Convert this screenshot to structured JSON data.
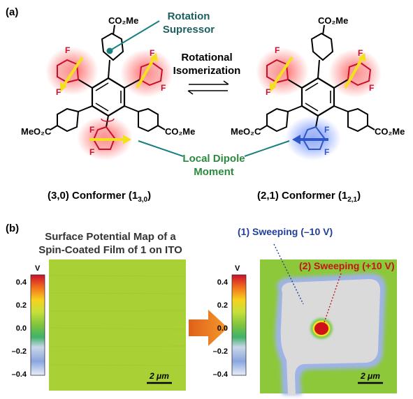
{
  "panel_a": {
    "label": "(a)",
    "rotation_suppressor": [
      "Rotation",
      "Supressor"
    ],
    "isomerization": [
      "Rotational",
      "Isomerization"
    ],
    "local_dipole": [
      "Local Dipole",
      "Moment"
    ],
    "ester": "CO₂Me",
    "ester_left": "MeO₂C",
    "fluorine": "F",
    "conformer_left": {
      "text": "(3,0) Conformer (1",
      "sub": "3,0",
      "close": ")"
    },
    "conformer_right": {
      "text": "(2,1) Conformer (1",
      "sub": "2,1",
      "close": ")"
    }
  },
  "panel_b": {
    "label": "(b)",
    "title_lines": [
      "Surface Potential Map of a",
      "Spin-Coated Film of 1 on ITO"
    ],
    "sweep1": "(1) Sweeping (–10 V)",
    "sweep2": "(2) Sweeping (+10 V)",
    "colorbar_unit": "V",
    "colorbar_ticks": [
      "0.4",
      "0.2",
      "0.0",
      "–0.2",
      "–0.4"
    ],
    "scale_bar": "2 μm"
  },
  "colors": {
    "red_dipole": "#e5322d",
    "blue_dipole": "#2f57c8",
    "yellow_arrow": "#f3e11e",
    "teal_line": "#1b7f7f",
    "green_label": "#2b8a3e",
    "sweep1_blue": "#1f3f9a",
    "sweep2_red": "#c0161a",
    "map_green": "#8cc83a",
    "map_gray": "#dcdcdc",
    "orange_arrow": "#ee7a1e"
  }
}
